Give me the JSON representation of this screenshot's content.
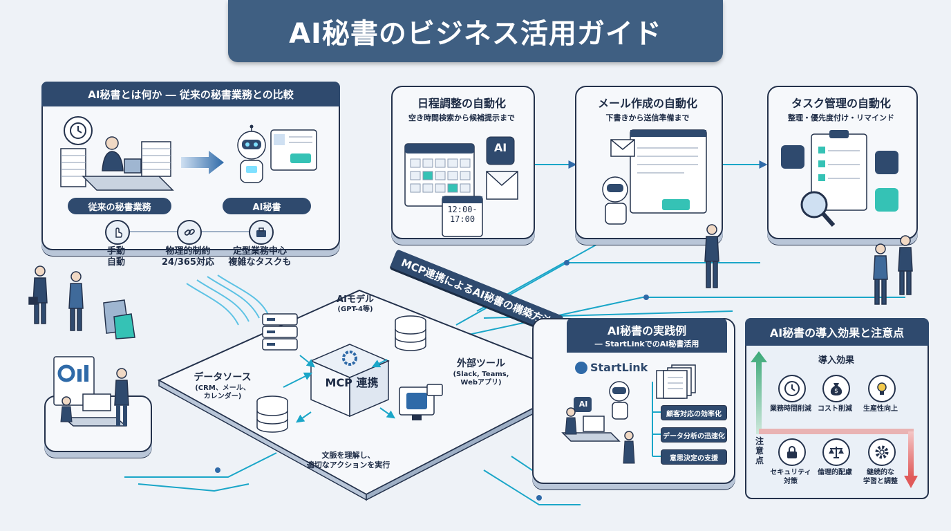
{
  "title": "AI秘書のビジネス活用ガイド",
  "intro": {
    "header": "AI秘書とは何か ― 従来の秘書業務との比較",
    "traditional_label": "従来の秘書業務",
    "ai_label": "AI秘書",
    "compare": [
      {
        "icon": "hand-tap-icon",
        "line1": "手動",
        "line2": "自動"
      },
      {
        "icon": "link-icon",
        "line1": "物理的制約",
        "line2": "24/365対応"
      },
      {
        "icon": "briefcase-icon",
        "line1": "定型業務中心",
        "line2": "複雑なタスクも"
      }
    ]
  },
  "automation": [
    {
      "title": "日程調整の自動化",
      "subtitle": "空き時間検索から候補提示まで",
      "ai_tag": "AI",
      "time_text": "12:00-\n17:00"
    },
    {
      "title": "メール作成の自動化",
      "subtitle": "下書きから送信準備まで"
    },
    {
      "title": "タスク管理の自動化",
      "subtitle": "整理・優先度付け・リマインド"
    }
  ],
  "mcp": {
    "banner": "MCP連携によるAI秘書の構築方法",
    "cube_label": "MCP 連携",
    "ai_model": {
      "line1": "AIモデル",
      "line2": "(GPT-4等)"
    },
    "data_source": {
      "line1": "データソース",
      "line2": "(CRM、メール、",
      "line3": "カレンダー)"
    },
    "external_tools": {
      "line1": "外部ツール",
      "line2": "(Slack, Teams,",
      "line3": "Webアプリ)"
    },
    "action": {
      "line1": "文脈を理解し、",
      "line2": "適切なアクションを実行"
    }
  },
  "practice": {
    "header": "AI秘書の実践例",
    "subheader": "― StartLinkでのAI秘書活用",
    "brand": "StartLink",
    "ai_tag": "AI",
    "items": [
      "顧客対応の効率化",
      "データ分析の迅速化",
      "意思決定の支援"
    ]
  },
  "effects": {
    "header": "AI秘書の導入効果と注意点",
    "effects_title": "導入効果",
    "effects": [
      {
        "icon": "clock-icon",
        "label": "業務時間削減"
      },
      {
        "icon": "money-bag-icon",
        "label": "コスト削減"
      },
      {
        "icon": "lightbulb-icon",
        "label": "生産性向上"
      }
    ],
    "cautions_title": "注意点",
    "cautions": [
      {
        "icon": "lock-icon",
        "line1": "セキュリティ",
        "line2": "対策"
      },
      {
        "icon": "scales-icon",
        "line1": "倫理的配慮",
        "line2": ""
      },
      {
        "icon": "gear-icon",
        "line1": "継続的な",
        "line2": "学習と調整"
      }
    ]
  },
  "colors": {
    "navy": "#2f4a6e",
    "cyan": "#1aa6c8",
    "green": "#3aa877",
    "red": "#e05a5a"
  }
}
